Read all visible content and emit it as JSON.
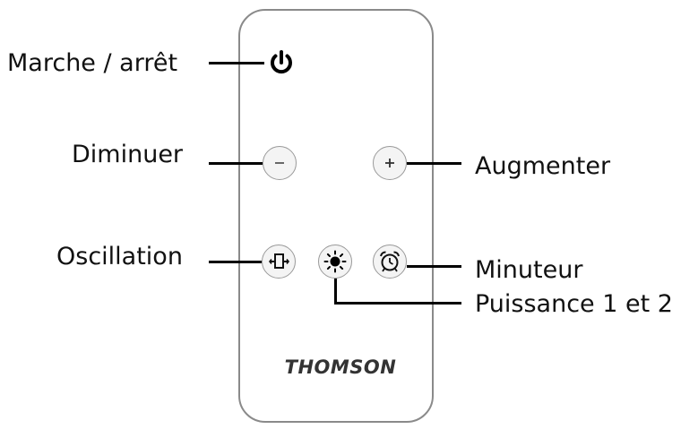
{
  "labels": {
    "power": "Marche / arrêt",
    "decrease": "Diminuer",
    "increase": "Augmenter",
    "oscillation": "Oscillation",
    "timer": "Minuteur",
    "power_level": "Puissance 1 et 2"
  },
  "buttons": {
    "power": {
      "icon": "power-icon"
    },
    "decrease": {
      "icon": "minus-icon"
    },
    "increase": {
      "icon": "plus-icon"
    },
    "oscillation": {
      "icon": "oscillation-icon"
    },
    "power_level": {
      "icon": "sun-icon"
    },
    "timer": {
      "icon": "alarm-clock-icon"
    }
  },
  "brand": "THOMSON",
  "colors": {
    "outline": "#8a8a8a",
    "text": "#111111",
    "leader_line": "#000000"
  }
}
